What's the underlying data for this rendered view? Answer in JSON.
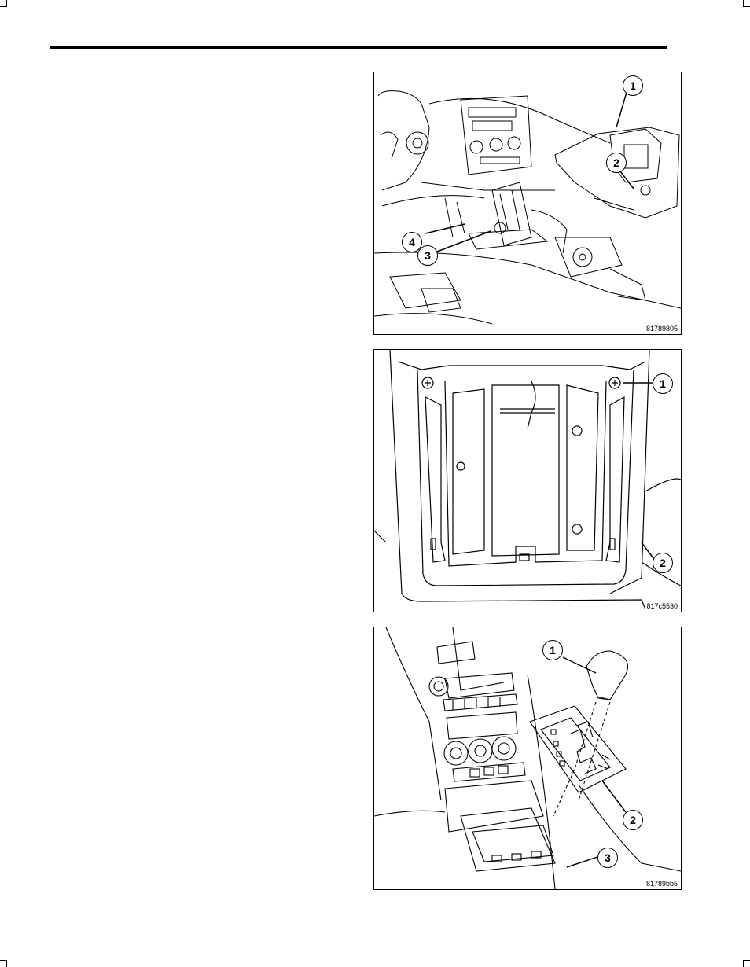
{
  "figures": [
    {
      "id_label": "81789805",
      "callouts": [
        "1",
        "2",
        "3",
        "4"
      ]
    },
    {
      "id_label": "817c5530",
      "callouts": [
        "1",
        "2"
      ]
    },
    {
      "id_label": "81789bb5",
      "callouts": [
        "1",
        "2",
        "3"
      ]
    }
  ]
}
